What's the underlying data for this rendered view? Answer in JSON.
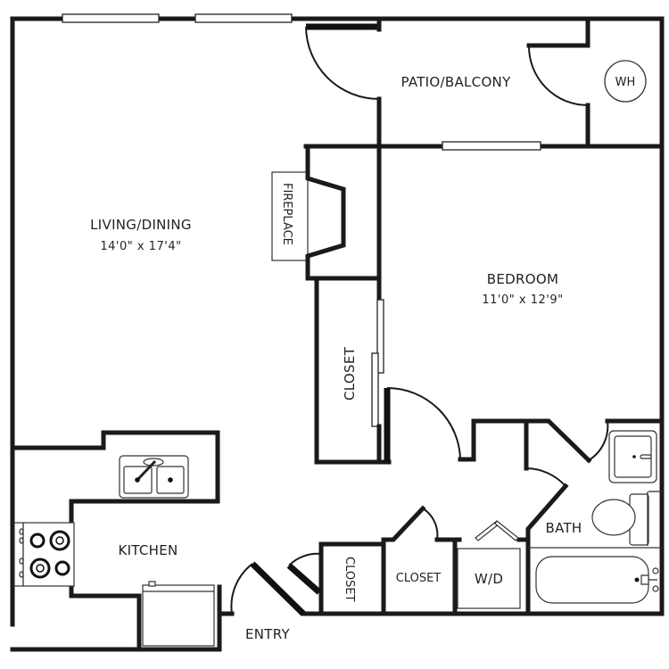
{
  "floorplan": {
    "rooms": [
      {
        "id": "living",
        "name": "LIVING/DINING",
        "dimensions": "14'0\" x 17'4\""
      },
      {
        "id": "bedroom",
        "name": "BEDROOM",
        "dimensions": "11'0\" x 12'9\""
      },
      {
        "id": "patio",
        "name": "PATIO/BALCONY"
      },
      {
        "id": "kitchen",
        "name": "KITCHEN"
      },
      {
        "id": "bath",
        "name": "BATH"
      },
      {
        "id": "entry",
        "name": "ENTRY"
      },
      {
        "id": "bedroom_closet",
        "name": "CLOSET"
      },
      {
        "id": "entry_closet",
        "name": "CLOSET"
      },
      {
        "id": "hall_closet",
        "name": "CLOSET"
      },
      {
        "id": "laundry",
        "name": "W/D"
      }
    ],
    "fixtures": {
      "fireplace": "FIREPLACE",
      "water_heater": "WH"
    },
    "colors": {
      "wall": "#1a1a1a",
      "background": "#ffffff"
    }
  }
}
